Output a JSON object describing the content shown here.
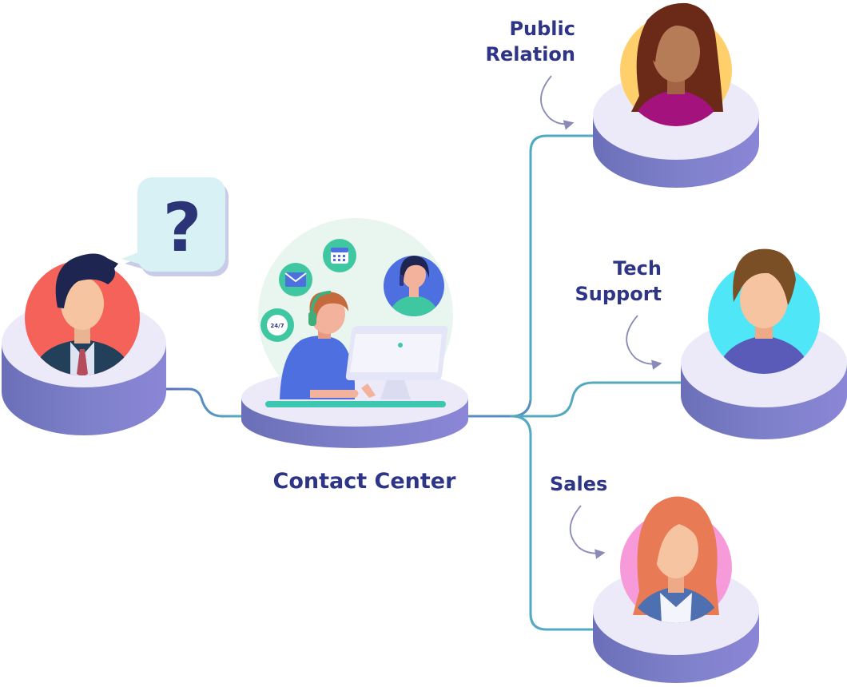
{
  "labels": {
    "center": "Contact Center",
    "public_relation": [
      "Public",
      "Relation"
    ],
    "tech_support": [
      "Tech",
      "Support"
    ],
    "sales": "Sales",
    "question_mark": "?",
    "badge_247": "24/7"
  },
  "colors": {
    "text": "#2e3586",
    "connector": "#53a9c0",
    "connector_left": "#5a6cc2",
    "platform_top": "#eceaf9",
    "platform_side": "#7174bf",
    "customer_bg": "#f5625a",
    "public_relation_bg": "#ffcf6c",
    "tech_support_bg": "#4fe6f8",
    "sales_bg": "#f79ad9",
    "speech_bubble": "#d8f1f4"
  },
  "icons": [
    "question-icon",
    "mail-icon",
    "calendar-icon",
    "clock-247-icon",
    "computer-monitor-icon",
    "headset-icon",
    "phone-icon",
    "curved-arrow-icon"
  ]
}
